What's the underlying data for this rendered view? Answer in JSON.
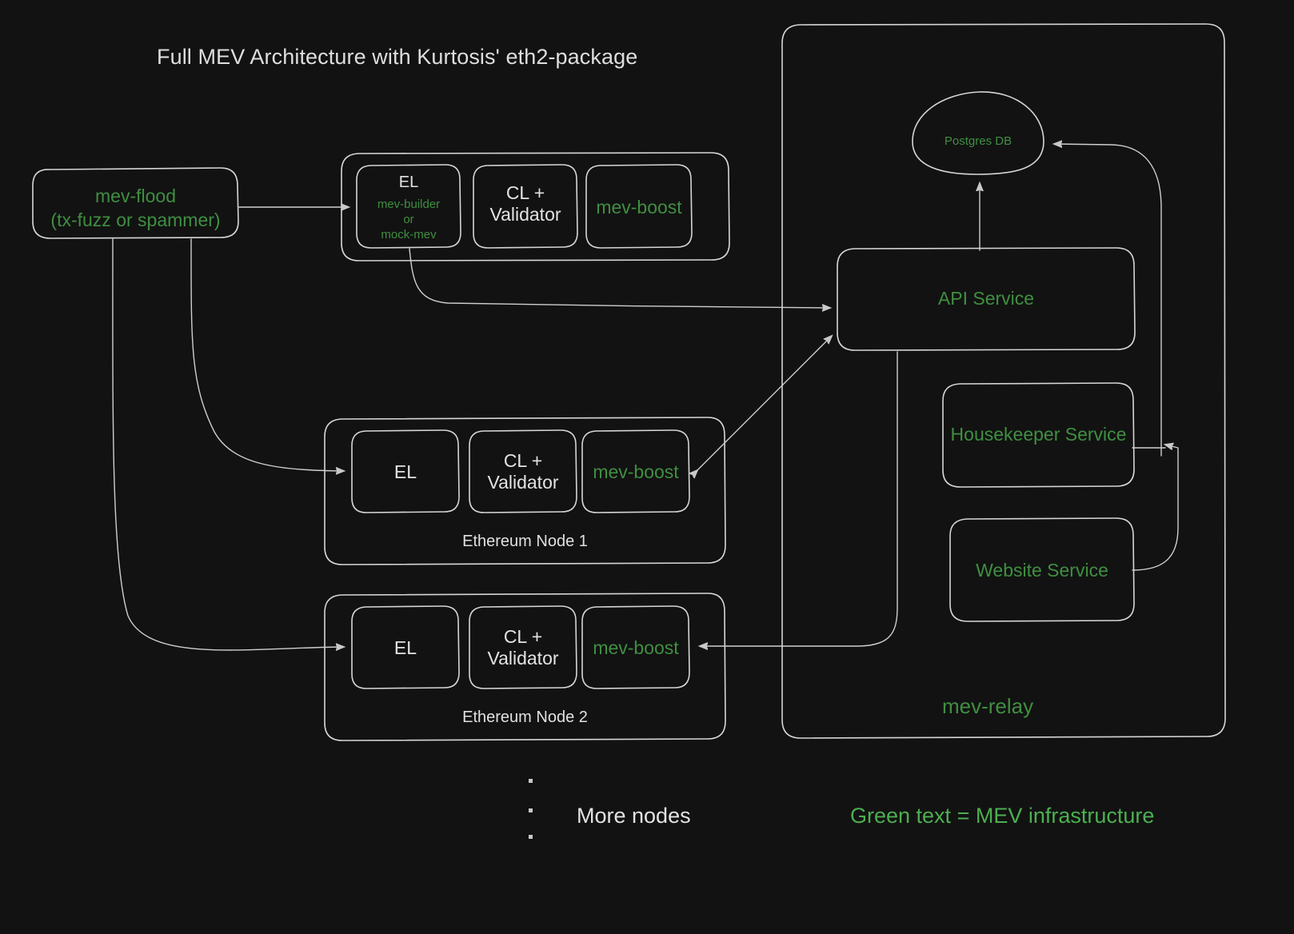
{
  "title": "Full MEV Architecture with Kurtosis' eth2-package",
  "colors": {
    "background": "#121212",
    "stroke": "#d6d6d6",
    "text": "#e3e3e3",
    "green": "#3f8f41",
    "green_bright": "#4caf50"
  },
  "mev_flood": {
    "line1": "mev-flood",
    "line2": "(tx-fuzz or spammer)"
  },
  "builder_node": {
    "el": {
      "title": "EL",
      "detail": "mev-builder\nor\nmock-mev"
    },
    "cl": "CL +\nValidator",
    "mev_boost": "mev-boost"
  },
  "nodes": [
    {
      "caption": "Ethereum Node 1",
      "el": "EL",
      "cl": "CL +\nValidator",
      "mev_boost": "mev-boost"
    },
    {
      "caption": "Ethereum Node 2",
      "el": "EL",
      "cl": "CL +\nValidator",
      "mev_boost": "mev-boost"
    }
  ],
  "more_nodes": "More nodes",
  "relay": {
    "label": "mev-relay",
    "postgres": "Postgres DB",
    "api_service": "API Service",
    "housekeeper_service": "Housekeeper Service",
    "website_service": "Website Service"
  },
  "legend": "Green text = MEV infrastructure"
}
